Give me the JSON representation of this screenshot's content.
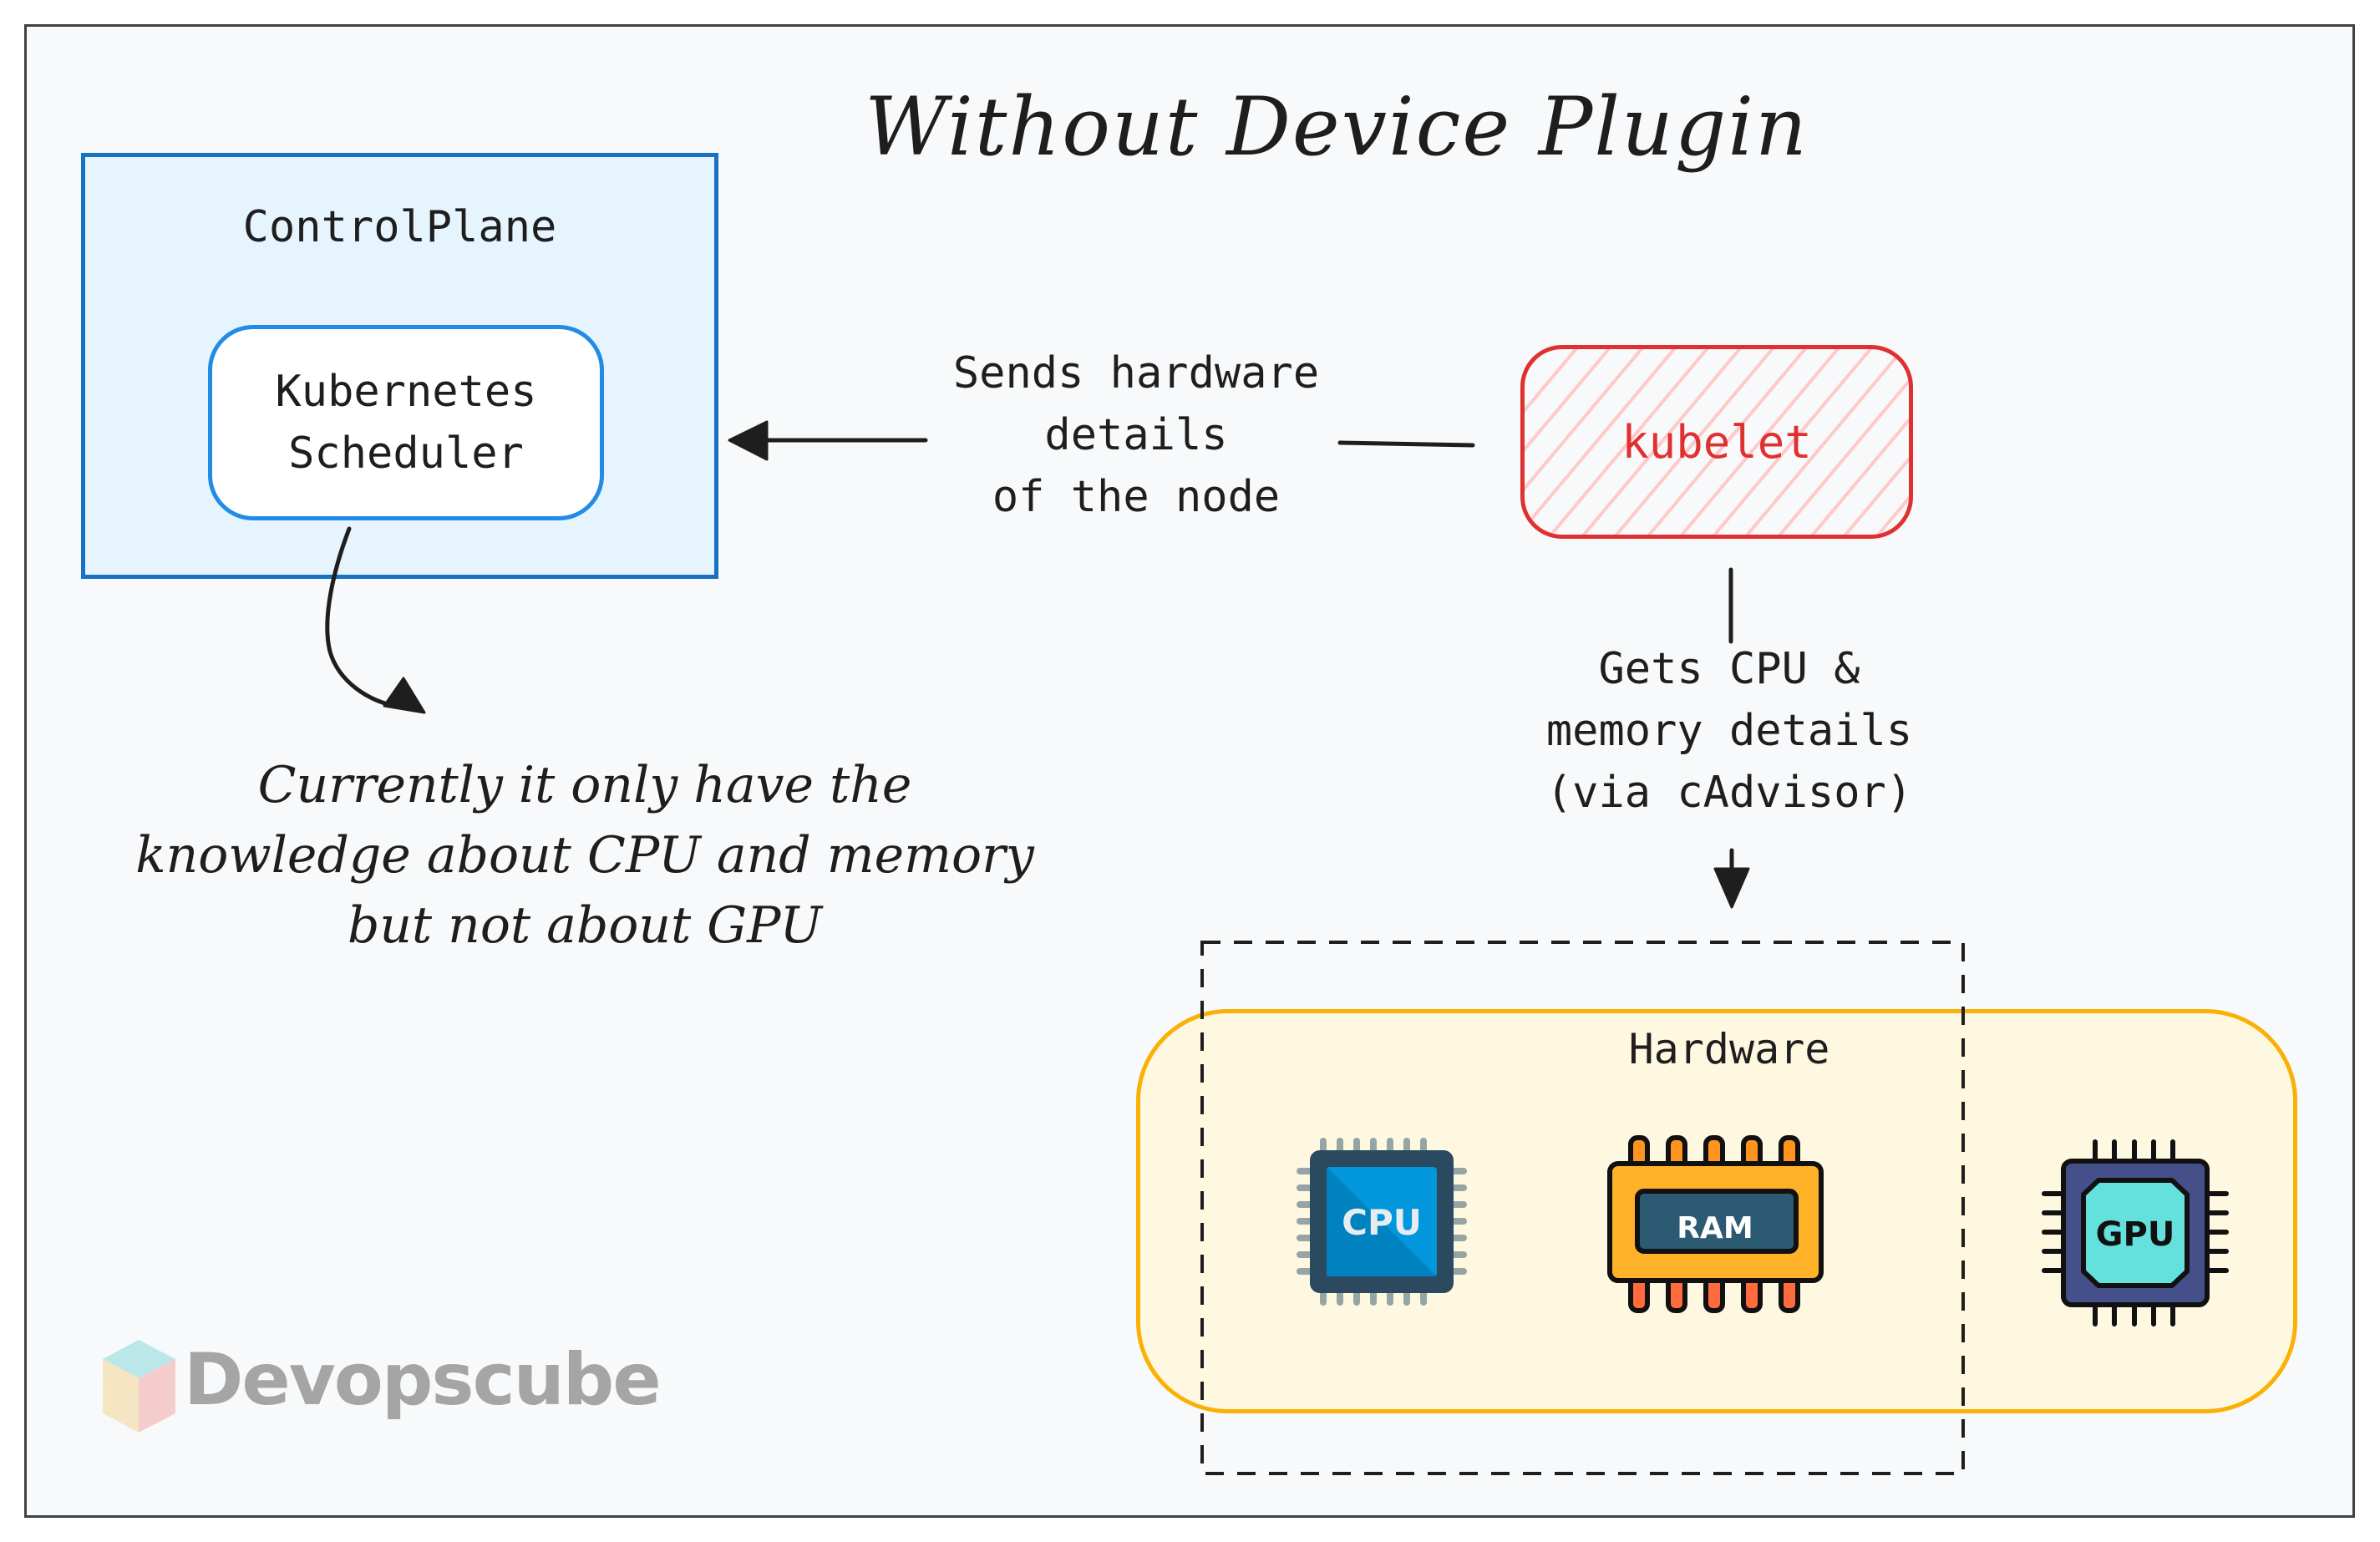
{
  "title": "Without Device Plugin",
  "control_plane": {
    "label": "ControlPlane",
    "scheduler": {
      "line1": "Kubernetes",
      "line2": "Scheduler"
    }
  },
  "edges": {
    "kubelet_to_scheduler": {
      "line1": "Sends hardware",
      "line2": "details",
      "line3": "of the node"
    },
    "kubelet_to_hardware": {
      "line1": "Gets CPU &",
      "line2": "memory details",
      "line3": "(via cAdvisor)"
    }
  },
  "kubelet": {
    "label": "kubelet"
  },
  "note": {
    "line1": "Currently it only have the",
    "line2": "knowledge about CPU and memory",
    "line3": "but not about GPU"
  },
  "hardware": {
    "label": "Hardware",
    "devices": [
      {
        "name": "cpu",
        "label": "CPU",
        "icon": "cpu-chip-icon"
      },
      {
        "name": "ram",
        "label": "RAM",
        "icon": "ram-module-icon"
      },
      {
        "name": "gpu",
        "label": "GPU",
        "icon": "gpu-chip-icon"
      }
    ]
  },
  "logo": {
    "text": "Devopscube"
  },
  "colors": {
    "background": "#f8f9fa",
    "control_plane_fill": "#e5f4fd",
    "control_plane_stroke": "#1971c2",
    "scheduler_stroke": "#228be6",
    "kubelet_stroke": "#e03131",
    "kubelet_hatch": "#ffc9c9",
    "hardware_fill": "#fff8e1",
    "hardware_stroke": "#fab005",
    "ink": "#1e1e1e"
  }
}
